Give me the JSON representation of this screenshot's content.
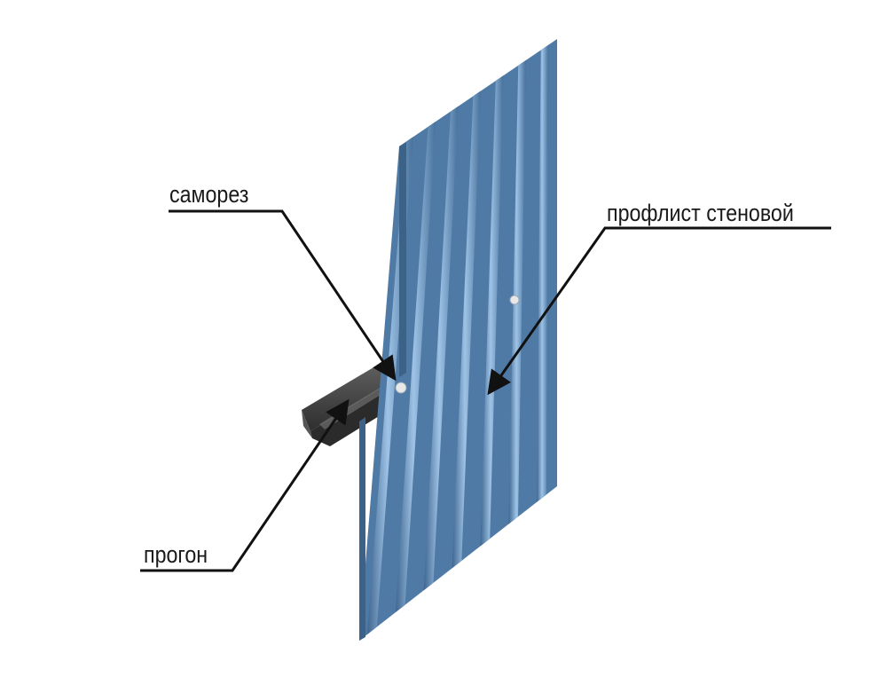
{
  "labels": {
    "screw": "саморез",
    "sheet": "профлист стеновой",
    "purlin": "прогон"
  },
  "colors": {
    "sheet_base": "#4f7aa6",
    "sheet_light": "#8db4da",
    "sheet_dark": "#3c6288",
    "purlin": "#3f3f3f",
    "leader": "#111111"
  }
}
